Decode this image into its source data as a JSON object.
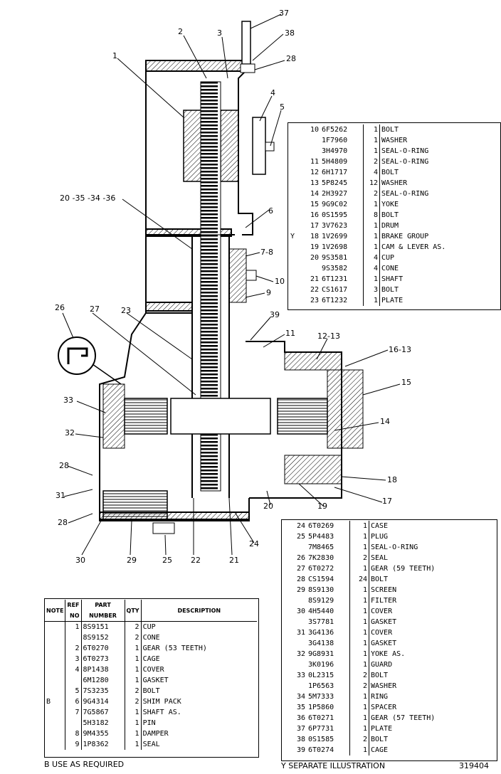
{
  "callouts": [
    {
      "id": "c37",
      "text": "37"
    },
    {
      "id": "c38",
      "text": "38"
    },
    {
      "id": "c28a",
      "text": "28"
    },
    {
      "id": "c2",
      "text": "2"
    },
    {
      "id": "c3",
      "text": "3"
    },
    {
      "id": "c1",
      "text": "1"
    },
    {
      "id": "c4",
      "text": "4"
    },
    {
      "id": "c5",
      "text": "5"
    },
    {
      "id": "c6",
      "text": "6"
    },
    {
      "id": "c20a",
      "text": "20 -35 -34 -36"
    },
    {
      "id": "c78",
      "text": "7-8"
    },
    {
      "id": "c10",
      "text": "10"
    },
    {
      "id": "c9",
      "text": "9"
    },
    {
      "id": "c26",
      "text": "26"
    },
    {
      "id": "c27",
      "text": "27"
    },
    {
      "id": "c23",
      "text": "23"
    },
    {
      "id": "c39",
      "text": "39"
    },
    {
      "id": "c11",
      "text": "11"
    },
    {
      "id": "c1213",
      "text": "12-13"
    },
    {
      "id": "c1613",
      "text": "16-13"
    },
    {
      "id": "c15",
      "text": "15"
    },
    {
      "id": "c33",
      "text": "33"
    },
    {
      "id": "c14",
      "text": "14"
    },
    {
      "id": "c32",
      "text": "32"
    },
    {
      "id": "c28b",
      "text": "28"
    },
    {
      "id": "c18",
      "text": "18"
    },
    {
      "id": "c31",
      "text": "31"
    },
    {
      "id": "c20b",
      "text": "20"
    },
    {
      "id": "c19",
      "text": "19"
    },
    {
      "id": "c17",
      "text": "17"
    },
    {
      "id": "c28c",
      "text": "28"
    },
    {
      "id": "c24",
      "text": "24"
    },
    {
      "id": "c30",
      "text": "30"
    },
    {
      "id": "c29",
      "text": "29"
    },
    {
      "id": "c25",
      "text": "25"
    },
    {
      "id": "c22",
      "text": "22"
    },
    {
      "id": "c21",
      "text": "21"
    }
  ],
  "table_top_right": {
    "rows": [
      {
        "note": "",
        "ref": "10",
        "part": "6F5262",
        "qty": "1",
        "desc": "BOLT"
      },
      {
        "note": "",
        "ref": "",
        "part": "1F7960",
        "qty": "1",
        "desc": "WASHER"
      },
      {
        "note": "",
        "ref": "",
        "part": "3H4970",
        "qty": "1",
        "desc": "SEAL-O-RING"
      },
      {
        "note": "",
        "ref": "11",
        "part": "5H4809",
        "qty": "2",
        "desc": "SEAL-O-RING"
      },
      {
        "note": "",
        "ref": "12",
        "part": "6H1717",
        "qty": "4",
        "desc": "BOLT"
      },
      {
        "note": "",
        "ref": "13",
        "part": "5P8245",
        "qty": "12",
        "desc": "WASHER"
      },
      {
        "note": "",
        "ref": "14",
        "part": "2H3927",
        "qty": "2",
        "desc": "SEAL-O-RING"
      },
      {
        "note": "",
        "ref": "15",
        "part": "9G9C02",
        "qty": "1",
        "desc": "YOKE"
      },
      {
        "note": "",
        "ref": "16",
        "part": "0S1595",
        "qty": "8",
        "desc": "BOLT"
      },
      {
        "note": "",
        "ref": "17",
        "part": "3V7623",
        "qty": "1",
        "desc": "DRUM"
      },
      {
        "note": "Y",
        "ref": "18",
        "part": "1V2699",
        "qty": "1",
        "desc": "BRAKE GROUP"
      },
      {
        "note": "",
        "ref": "19",
        "part": "1V2698",
        "qty": "1",
        "desc": "CAM & LEVER AS."
      },
      {
        "note": "",
        "ref": "20",
        "part": "9S3581",
        "qty": "4",
        "desc": "CUP"
      },
      {
        "note": "",
        "ref": "",
        "part": "9S3582",
        "qty": "4",
        "desc": "CONE"
      },
      {
        "note": "",
        "ref": "21",
        "part": "6T1231",
        "qty": "1",
        "desc": "SHAFT"
      },
      {
        "note": "",
        "ref": "22",
        "part": "CS1617",
        "qty": "3",
        "desc": "BOLT"
      },
      {
        "note": "",
        "ref": "23",
        "part": "6T1232",
        "qty": "1",
        "desc": "PLATE"
      }
    ]
  },
  "table_bottom_right": {
    "rows": [
      {
        "ref": "24",
        "part": "6T0269",
        "qty": "1",
        "desc": "CASE"
      },
      {
        "ref": "25",
        "part": "5P4483",
        "qty": "1",
        "desc": "PLUG"
      },
      {
        "ref": "",
        "part": "7M8465",
        "qty": "1",
        "desc": "SEAL-O-RING"
      },
      {
        "ref": "26",
        "part": "7K2830",
        "qty": "2",
        "desc": "SEAL"
      },
      {
        "ref": "27",
        "part": "6T0272",
        "qty": "1",
        "desc": "GEAR (59 TEETH)"
      },
      {
        "ref": "28",
        "part": "CS1594",
        "qty": "24",
        "desc": "BOLT"
      },
      {
        "ref": "29",
        "part": "8S9130",
        "qty": "1",
        "desc": "SCREEN"
      },
      {
        "ref": "",
        "part": "8S9129",
        "qty": "1",
        "desc": "FILTER"
      },
      {
        "ref": "30",
        "part": "4H5440",
        "qty": "1",
        "desc": "COVER"
      },
      {
        "ref": "",
        "part": "3S7781",
        "qty": "1",
        "desc": "GASKET"
      },
      {
        "ref": "31",
        "part": "3G4136",
        "qty": "1",
        "desc": "COVER"
      },
      {
        "ref": "",
        "part": "3G4138",
        "qty": "1",
        "desc": "GASKET"
      },
      {
        "ref": "32",
        "part": "9G8931",
        "qty": "1",
        "desc": "YOKE AS."
      },
      {
        "ref": "",
        "part": "3K0196",
        "qty": "1",
        "desc": "  GUARD"
      },
      {
        "ref": "33",
        "part": "0L2315",
        "qty": "2",
        "desc": "BOLT"
      },
      {
        "ref": "",
        "part": "1P6563",
        "qty": "2",
        "desc": "WASHER"
      },
      {
        "ref": "34",
        "part": "5M7333",
        "qty": "1",
        "desc": "RING"
      },
      {
        "ref": "35",
        "part": "1P5860",
        "qty": "1",
        "desc": "SPACER"
      },
      {
        "ref": "36",
        "part": "6T0271",
        "qty": "1",
        "desc": "GEAR (57 TEETH)"
      },
      {
        "ref": "37",
        "part": "6P7731",
        "qty": "1",
        "desc": "PLATE"
      },
      {
        "ref": "38",
        "part": "0S1585",
        "qty": "2",
        "desc": "BOLT"
      },
      {
        "ref": "39",
        "part": "6T0274",
        "qty": "1",
        "desc": "CAGE"
      }
    ]
  },
  "table_bottom_left": {
    "headers": {
      "note": "NOTE",
      "ref": "REF NO",
      "part": "PART NUMBER",
      "qty": "QTY",
      "desc": "DESCRIPTION"
    },
    "rows": [
      {
        "note": "",
        "ref": "1",
        "part": "8S9151",
        "qty": "2",
        "desc": "CUP"
      },
      {
        "note": "",
        "ref": "",
        "part": "8S9152",
        "qty": "2",
        "desc": "CONE"
      },
      {
        "note": "",
        "ref": "2",
        "part": "6T0270",
        "qty": "1",
        "desc": "GEAR (53 TEETH)"
      },
      {
        "note": "",
        "ref": "3",
        "part": "6T0273",
        "qty": "1",
        "desc": "CAGE"
      },
      {
        "note": "",
        "ref": "4",
        "part": "8P1438",
        "qty": "1",
        "desc": "COVER"
      },
      {
        "note": "",
        "ref": "",
        "part": "6M1280",
        "qty": "1",
        "desc": "GASKET"
      },
      {
        "note": "",
        "ref": "5",
        "part": "7S3235",
        "qty": "2",
        "desc": "BOLT"
      },
      {
        "note": "B",
        "ref": "6",
        "part": "9G4314",
        "qty": "2",
        "desc": "SHIM PACK"
      },
      {
        "note": "",
        "ref": "7",
        "part": "7G5867",
        "qty": "1",
        "desc": "SHAFT AS."
      },
      {
        "note": "",
        "ref": "",
        "part": "5H3182",
        "qty": "1",
        "desc": "  PIN"
      },
      {
        "note": "",
        "ref": "8",
        "part": "9M4355",
        "qty": "1",
        "desc": "DAMPER"
      },
      {
        "note": "",
        "ref": "9",
        "part": "1P8362",
        "qty": "1",
        "desc": "SEAL"
      }
    ]
  },
  "footnotes": {
    "b_note": "B    USE AS REQUIRED",
    "y_note": "Y    SEPARATE ILLUSTRATION",
    "drawing_no": "319404"
  }
}
